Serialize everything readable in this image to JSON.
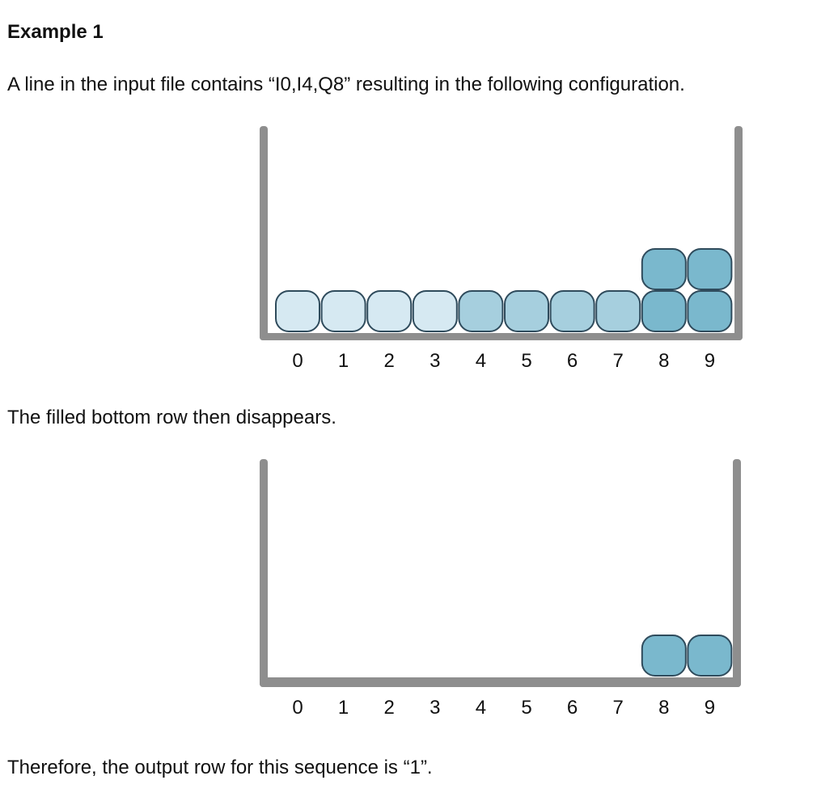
{
  "title": "Example 1",
  "intro_text": "A line in the input file contains “I0,I4,Q8” resulting in the following configuration.",
  "middle_text": "The filled bottom row then disappears.",
  "conclusion_text": "Therefore, the output row for this sequence is “1”.",
  "colors": {
    "wall": "#8e8e8e",
    "block_outline": "#2f4b5c",
    "shape_I0": "#d6e9f2",
    "shape_I4": "#a6cfde",
    "shape_Q8": "#7ab8cd"
  },
  "figures": [
    {
      "name": "before",
      "columns": [
        "0",
        "1",
        "2",
        "3",
        "4",
        "5",
        "6",
        "7",
        "8",
        "9"
      ],
      "blocks": [
        {
          "col": 0,
          "row": 0,
          "shape": "I0"
        },
        {
          "col": 1,
          "row": 0,
          "shape": "I0"
        },
        {
          "col": 2,
          "row": 0,
          "shape": "I0"
        },
        {
          "col": 3,
          "row": 0,
          "shape": "I0"
        },
        {
          "col": 4,
          "row": 0,
          "shape": "I4"
        },
        {
          "col": 5,
          "row": 0,
          "shape": "I4"
        },
        {
          "col": 6,
          "row": 0,
          "shape": "I4"
        },
        {
          "col": 7,
          "row": 0,
          "shape": "I4"
        },
        {
          "col": 8,
          "row": 0,
          "shape": "Q8"
        },
        {
          "col": 9,
          "row": 0,
          "shape": "Q8"
        },
        {
          "col": 8,
          "row": 1,
          "shape": "Q8"
        },
        {
          "col": 9,
          "row": 1,
          "shape": "Q8"
        }
      ]
    },
    {
      "name": "after",
      "columns": [
        "0",
        "1",
        "2",
        "3",
        "4",
        "5",
        "6",
        "7",
        "8",
        "9"
      ],
      "blocks": [
        {
          "col": 8,
          "row": 0,
          "shape": "Q8"
        },
        {
          "col": 9,
          "row": 0,
          "shape": "Q8"
        }
      ]
    }
  ]
}
